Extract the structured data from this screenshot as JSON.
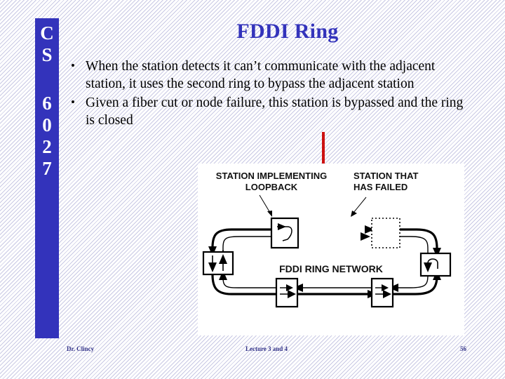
{
  "slide": {
    "title": "FDDI Ring",
    "title_color": "#3333bb",
    "sidebar": {
      "group_a": [
        "C",
        "S"
      ],
      "group_b": [
        "6",
        "0",
        "2",
        "7"
      ],
      "background_color": "#3333bb",
      "text_color": "#ffffff"
    },
    "bullets": [
      {
        "marker": "•",
        "text": "When the station detects it can’t communicate with the adjacent station, it uses the second ring to bypass the adjacent station"
      },
      {
        "marker": "•",
        "text": "Given a fiber cut or node failure, this station is bypassed and the ring is closed"
      }
    ],
    "annotation": {
      "name": "red-down-arrow",
      "color": "#cc1111"
    },
    "diagram": {
      "panel_background": "#ffffff",
      "labels": {
        "loopback_line1": "STATION IMPLEMENTING",
        "loopback_line2": "LOOPBACK",
        "failed_line1": "STATION THAT",
        "failed_line2": "HAS FAILED",
        "network": "FDDI RING NETWORK"
      },
      "stations": [
        {
          "name": "station-loopback-top",
          "style": "solid",
          "behavior": "loopback"
        },
        {
          "name": "station-failed",
          "style": "dotted",
          "behavior": "failed"
        },
        {
          "name": "station-left",
          "style": "solid",
          "behavior": "pass-through"
        },
        {
          "name": "station-right",
          "style": "solid",
          "behavior": "loopback"
        },
        {
          "name": "station-bottom-left",
          "style": "solid",
          "behavior": "pass-through"
        },
        {
          "name": "station-bottom-right",
          "style": "solid",
          "behavior": "pass-through"
        }
      ]
    },
    "footer": {
      "author": "Dr. Clincy",
      "lecture": "Lecture 3 and 4",
      "page": "56",
      "color": "#333388"
    }
  }
}
